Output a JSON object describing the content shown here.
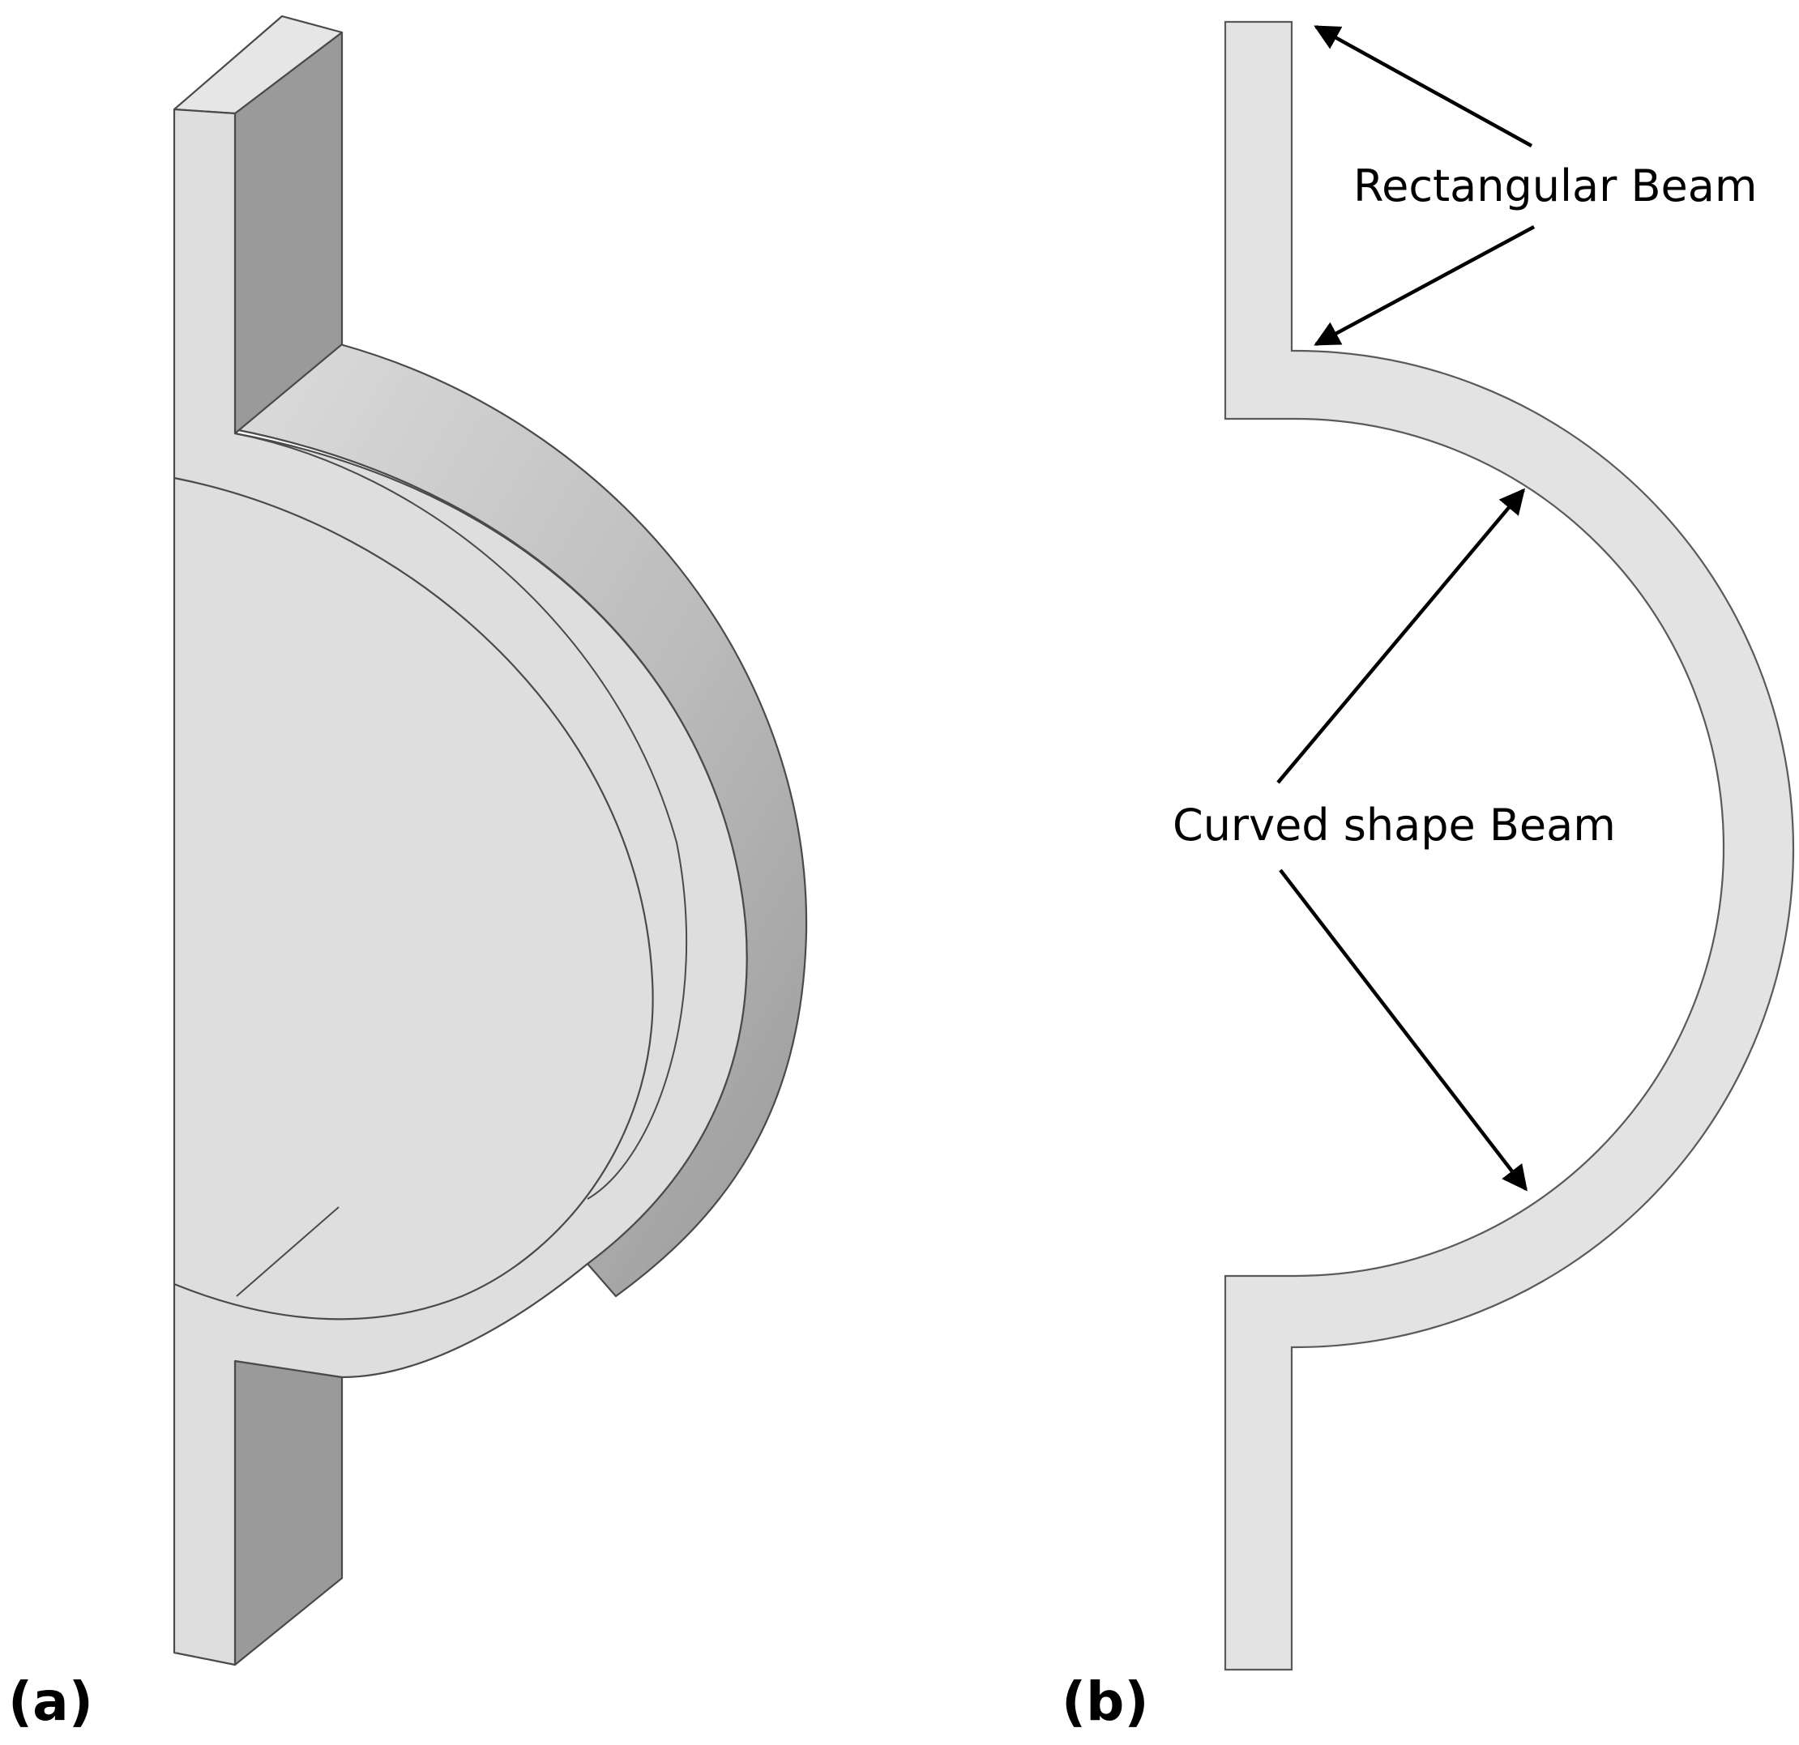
{
  "panel_a": {
    "label": "(a)"
  },
  "panel_b": {
    "label": "(b)",
    "annotations": {
      "rectangular": "Rectangular Beam",
      "curved": "Curved shape Beam"
    }
  },
  "colors": {
    "front_face": "#dedede",
    "side_face_dark": "#9c9c9c",
    "outline": "#4a4a4a",
    "arrow": "#000000"
  }
}
